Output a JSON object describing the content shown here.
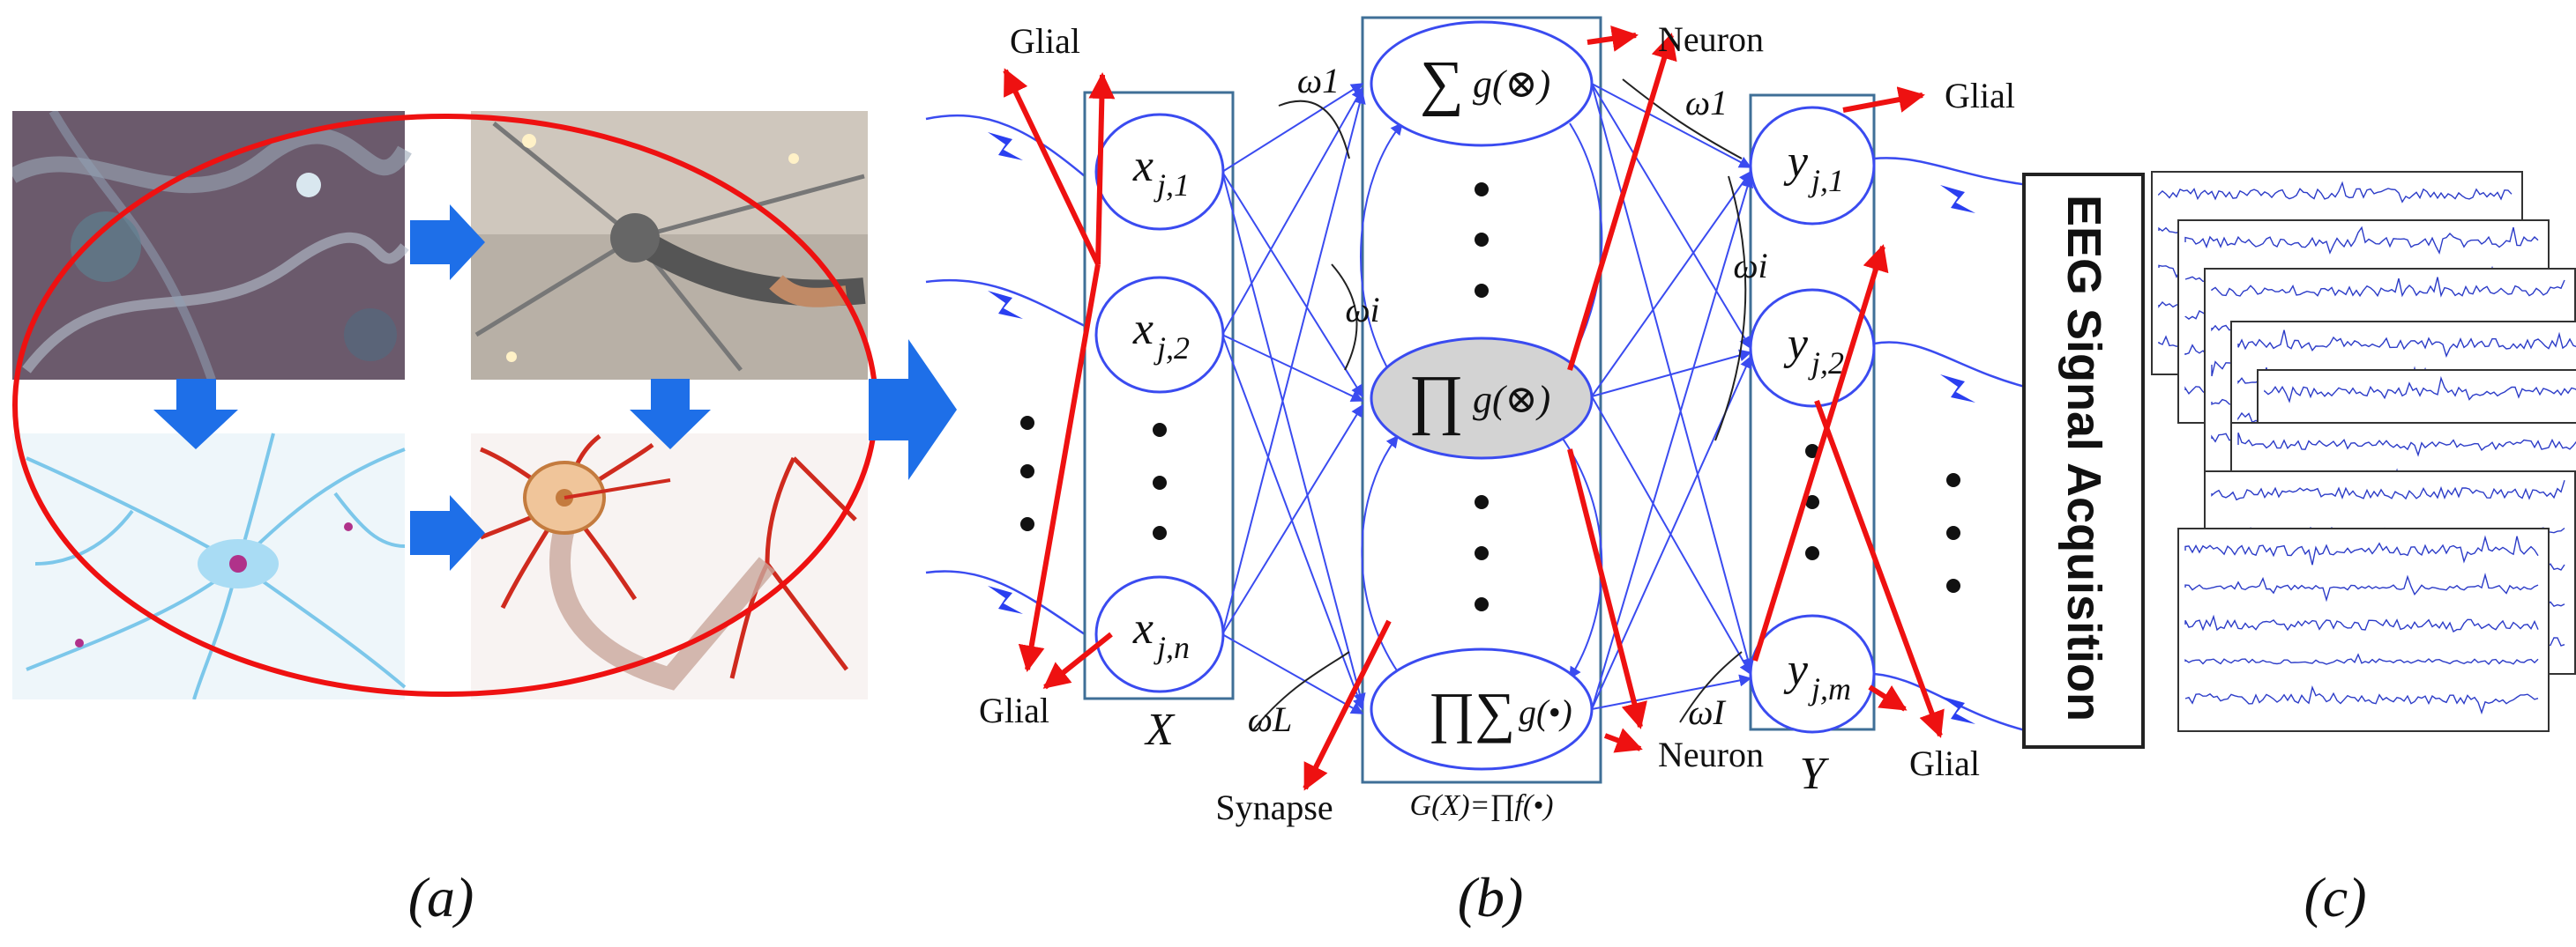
{
  "colors": {
    "glial_red": "#ee1111",
    "synapse_blue": "#3a4bf0",
    "box_border": "#3f6f97",
    "arrow_blue": "#1e6fe8",
    "node_fill_highlight": "#d3d3d3"
  },
  "panel_a": {
    "caption": "(a)",
    "image_tiles": [
      "cell-culture-microscopy",
      "neuron-render",
      "neuron-illustration-blue",
      "neuron-diagram-red"
    ]
  },
  "panel_b": {
    "caption": "(b)",
    "labels": {
      "glial_top_left": "Glial",
      "glial_bottom_left": "Glial",
      "glial_top_right": "Glial",
      "glial_bottom_right": "Glial",
      "neuron_top": "Neuron",
      "neuron_bottom": "Neuron",
      "synapse": "Synapse",
      "input_layer": "X",
      "output_layer": "Y",
      "formula": "G(X)=∏f(•)"
    },
    "weights": {
      "w1_left": "ω1",
      "wi_left": "ωi",
      "wL_left": "ωL",
      "w1_right": "ω1",
      "wi_right": "ωi",
      "wI_right": "ωI"
    },
    "input_nodes": [
      {
        "var": "x",
        "sub": "j,1"
      },
      {
        "var": "x",
        "sub": "j,2"
      },
      {
        "var": "x",
        "sub": "j,n"
      }
    ],
    "hidden_nodes": [
      {
        "op": "∑",
        "arg": "g(⊗)",
        "highlight": false
      },
      {
        "op": "∏",
        "arg": "g(⊗)",
        "highlight": true
      },
      {
        "op": "∏∑",
        "arg": "g(•)",
        "highlight": false
      }
    ],
    "output_nodes": [
      {
        "var": "y",
        "sub": "j,1"
      },
      {
        "var": "y",
        "sub": "j,2"
      },
      {
        "var": "y",
        "sub": "j,m"
      }
    ]
  },
  "panel_c": {
    "caption": "(c)",
    "title": "EEG Signal Acquisition"
  }
}
